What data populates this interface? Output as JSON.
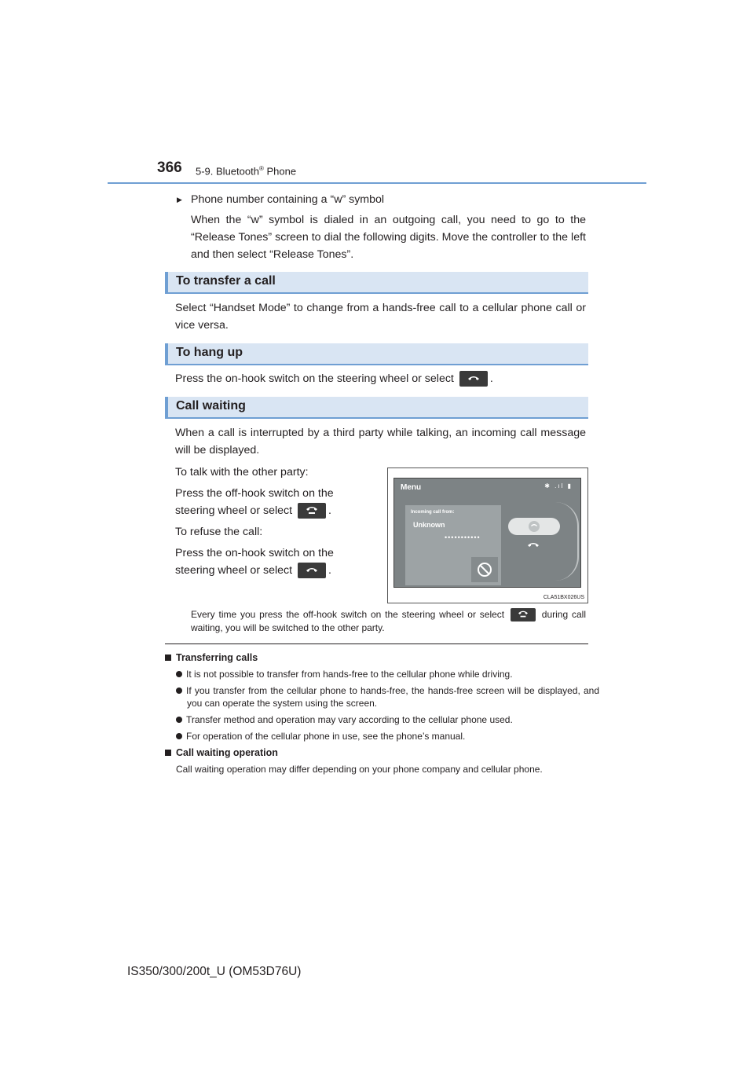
{
  "header": {
    "page_number": "366",
    "section_prefix": "5-9. Bluetooth",
    "section_reg": "®",
    "section_suffix": " Phone"
  },
  "w_symbol": {
    "title": "Phone number containing a “w” symbol",
    "body": "When the “w” symbol is dialed in an outgoing call, you need to go to the “Release Tones” screen to dial the following digits. Move the controller to the left and then select “Release Tones”."
  },
  "transfer": {
    "heading": "To transfer a call",
    "body": "Select “Handset Mode” to change from a hands-free call to a cellular phone call or vice versa."
  },
  "hang_up": {
    "heading": "To hang up",
    "body": "Press the on-hook switch on the steering wheel or select",
    "end": "."
  },
  "call_waiting": {
    "heading": "Call waiting",
    "intro": "When a call is interrupted by a third party while talking, an incoming call message will be displayed.",
    "talk_label": "To talk with the other party:",
    "talk_body": "Press the off-hook switch on the steering wheel or select",
    "refuse_label": "To refuse the call:",
    "refuse_body": "Press the on-hook switch on the steering wheel or select",
    "period": ".",
    "note_before": "Every time you press the off-hook switch on the steering wheel or select",
    "note_after": "during call waiting, you will be switched to the other party."
  },
  "screen": {
    "menu": "Menu",
    "status": "✱ .ıl ▮",
    "incoming": "Incoming call from:",
    "caller": "Unknown",
    "dots": "•••••••••••",
    "image_code": "CLA51BX026US"
  },
  "info": {
    "transfer_head": "Transferring calls",
    "transfer_items": [
      "It is not possible to transfer from hands-free to the cellular phone while driving.",
      "If you transfer from the cellular phone to hands-free, the hands-free screen will be displayed, and you can operate the system using the screen.",
      "Transfer method and operation may vary according to the cellular phone used.",
      "For operation of the cellular phone in use, see the phone’s manual."
    ],
    "waiting_head": "Call waiting operation",
    "waiting_body": "Call waiting operation may differ depending on your phone company and cellular phone."
  },
  "footer": {
    "model": "IS350/300/200t_U (OM53D76U)"
  },
  "colors": {
    "accent": "#6f9fd3",
    "heading_bg": "#d9e5f3",
    "text": "#231f20"
  }
}
